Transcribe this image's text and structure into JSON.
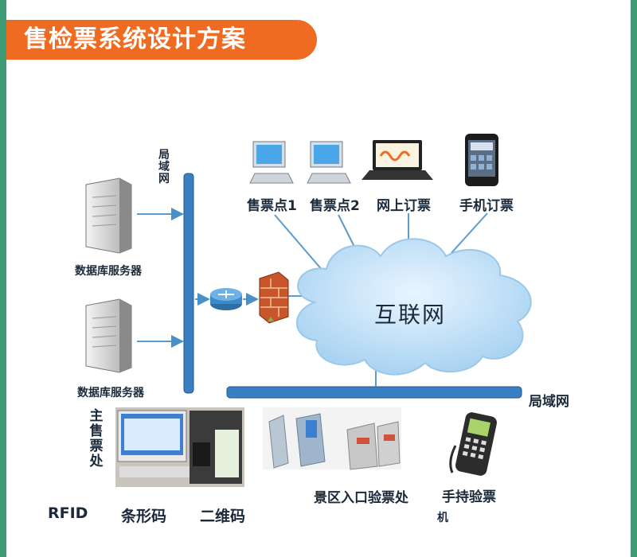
{
  "title": "售检票系统设计方案",
  "nodes": {
    "server1": "数据库服务器",
    "server2": "数据库服务器",
    "lan_vertical": "局域网",
    "lan_horizontal": "局域网",
    "internet": "互联网",
    "pos1": "售票点1",
    "pos2": "售票点2",
    "online": "网上订票",
    "mobile": "手机订票",
    "main_office": "主售票处",
    "gate": "景区入口验票处",
    "handheld_line1": "手持验票",
    "handheld_line2": "机",
    "rfid": "RFID",
    "barcode": "条形码",
    "qrcode": "二维码"
  },
  "colors": {
    "header_bg": "#ef6b22",
    "page_border": "#3f9a76",
    "bus": "#3a7fc1",
    "cloud": "#b9dcf5"
  }
}
